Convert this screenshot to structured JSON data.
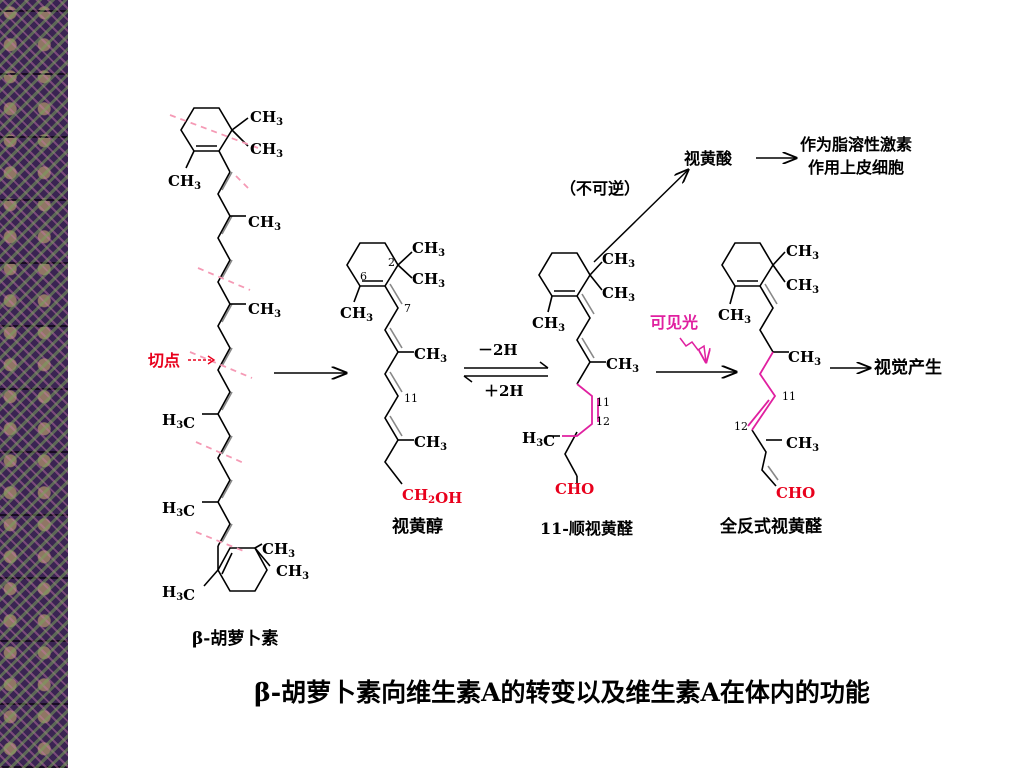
{
  "beta_carotene": {
    "labels": {
      "ch3_top1": "CH3",
      "ch3_top2": "CH3",
      "ch3_left_ring": "CH3",
      "ch3_chain1": "CH3",
      "ch3_chain2": "CH3",
      "h3c_chain1": "H3C",
      "h3c_chain2": "H3C",
      "ch3_bot1": "CH3",
      "ch3_bot2": "CH3",
      "h3c_bot_ring": "H3C"
    },
    "cut_label": "切点",
    "name": "β-胡萝卜素"
  },
  "retinol": {
    "labels": {
      "ch3_a": "CH3",
      "ch3_b": "CH3",
      "ch3_ring": "CH3",
      "ch3_c1": "CH3",
      "ch3_c2": "CH3",
      "n6": "6",
      "n2": "2",
      "n7": "7",
      "n11": "11"
    },
    "group": "CH2OH",
    "name": "视黄醇"
  },
  "equilibrium": {
    "minus": "－2H",
    "plus": "＋2H"
  },
  "cis_retinal": {
    "labels": {
      "ch3_a": "CH3",
      "ch3_b": "CH3",
      "ch3_ring": "CH3",
      "ch3_c1": "CH3",
      "h3c_c2": "H3C",
      "n11": "11",
      "n12": "12"
    },
    "group": "CHO",
    "name": "11-顺视黄醛"
  },
  "irreversible": "（不可逆）",
  "retinoic_acid": "视黄酸",
  "retinoic_function_1": "作为脂溶性激素",
  "retinoic_function_2": "作用上皮细胞",
  "visible_light": "可见光",
  "trans_retinal": {
    "labels": {
      "ch3_a": "CH3",
      "ch3_b": "CH3",
      "ch3_ring": "CH3",
      "ch3_c1": "CH3",
      "ch3_c2": "CH3",
      "n11": "11",
      "n12": "12"
    },
    "group": "CHO",
    "name": "全反式视黄醛"
  },
  "vision": "视觉产生",
  "caption": "β-胡萝卜素向维生素A的转变以及维生素A在体内的功能",
  "colors": {
    "accent_red": "#e8001c",
    "magenta": "#e020a0",
    "pink_dash": "#f59ab5"
  }
}
